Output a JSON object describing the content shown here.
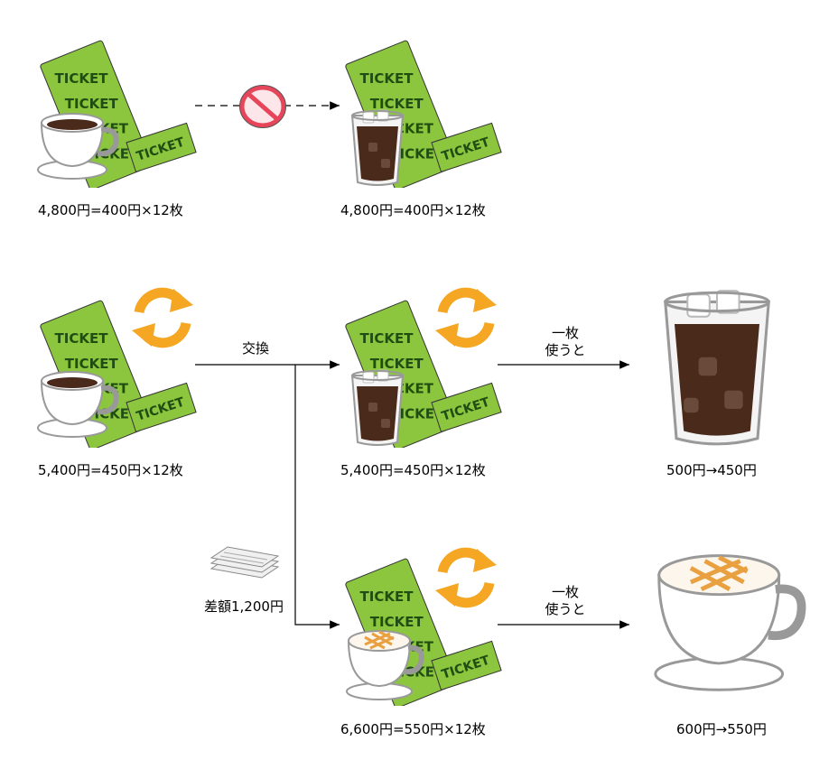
{
  "illustrations": {
    "ticket_text": "TICKET"
  },
  "captions": {
    "row1_coffee": "4,800円=400円×12枚",
    "row1_iced": "4,800円=400円×12枚",
    "row2_coffee": "5,400円=450円×12枚",
    "row2_iced": "5,400円=450円×12枚",
    "row2_price": "500円→450円",
    "row3_latte": "6,600円=550円×12枚",
    "row3_price": "600円→550円",
    "difference": "差額1,200円"
  },
  "edges": {
    "exchange": "交換",
    "use_one_line1": "一枚",
    "use_one_line2": "使うと"
  },
  "colors": {
    "ticket_green": "#8cc63f",
    "ticket_dark": "#1f4d12",
    "arrow_orange": "#f5a623",
    "coffee_brown": "#4a2a1a",
    "caramel": "#e8a040",
    "prohibit_red": "#e6455a"
  }
}
